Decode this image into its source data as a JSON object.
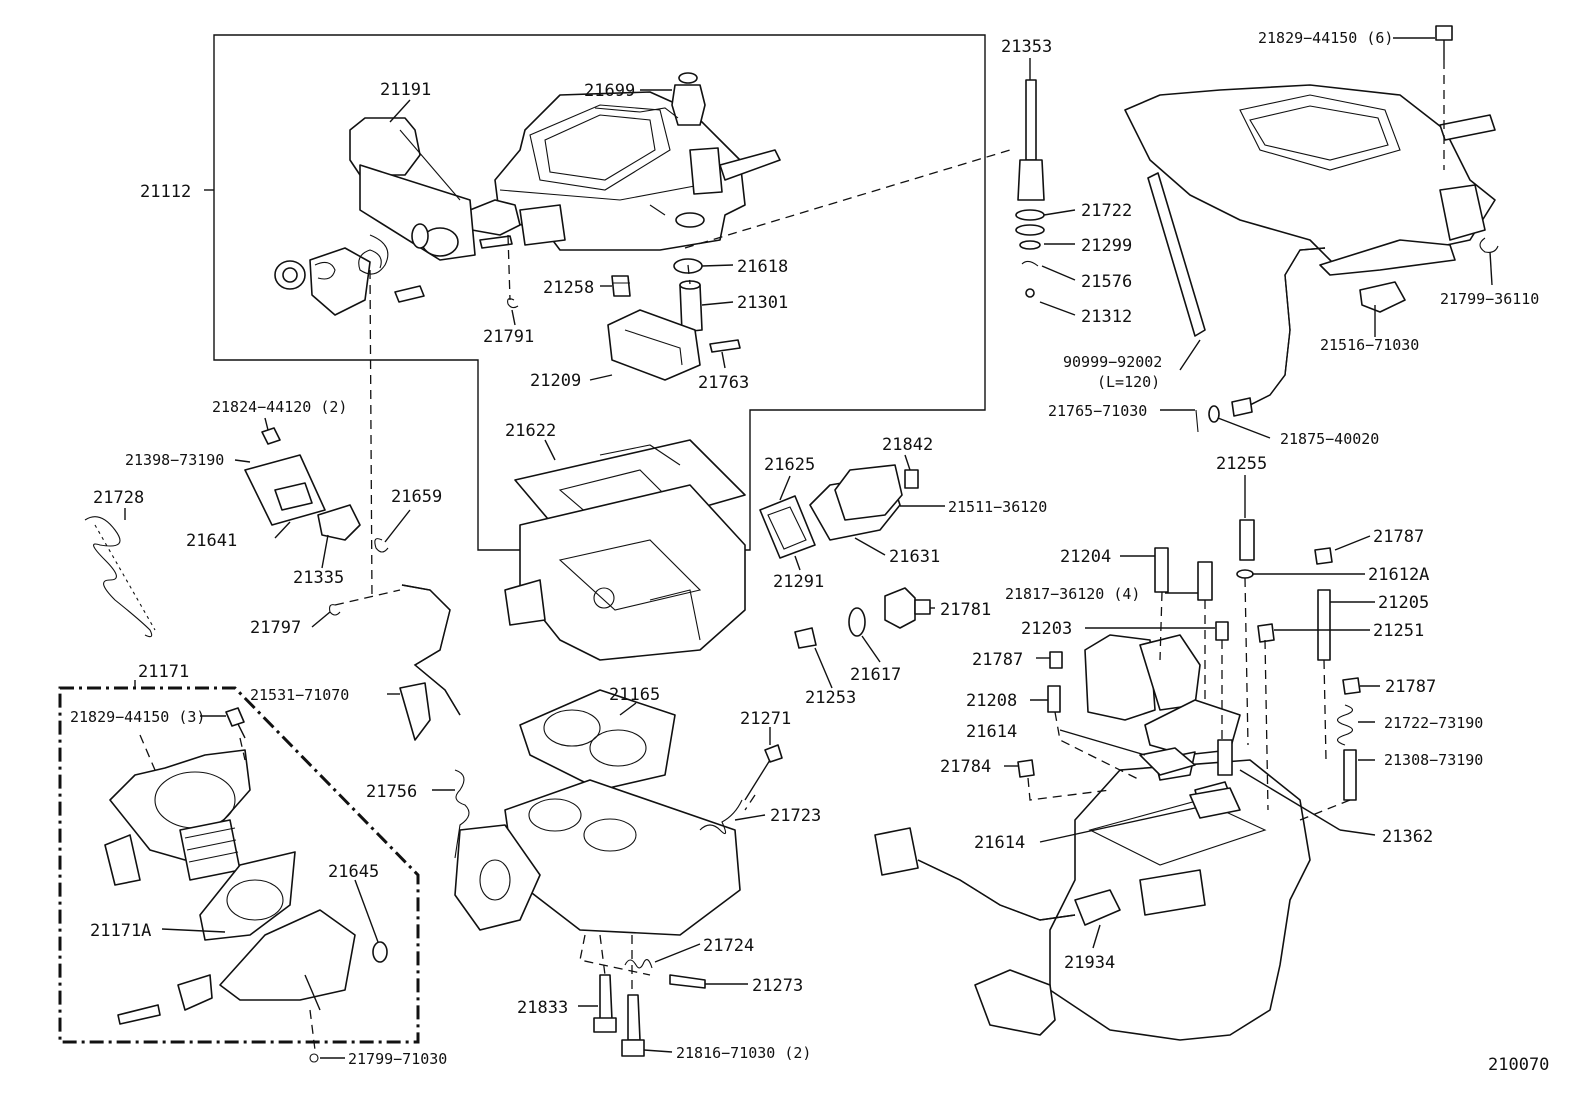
{
  "diagram_code": "210070",
  "labels": {
    "p21353": "21353",
    "p21829_44150_6": "21829−44150 (6)",
    "p21191": "21191",
    "p21699": "21699",
    "p21112": "21112",
    "p21722": "21722",
    "p21299": "21299",
    "p21576": "21576",
    "p21312": "21312",
    "p21618": "21618",
    "p21258": "21258",
    "p21301": "21301",
    "p21791": "21791",
    "p21209": "21209",
    "p21763": "21763",
    "p90999_92002": "90999−92002",
    "p90999_len": "(L=120)",
    "p21799_36110": "21799−36110",
    "p21516_71030": "21516−71030",
    "p21765_71030": "21765−71030",
    "p21875_40020": "21875−40020",
    "p21824_44120_2": "21824−44120 (2)",
    "p21398_73190": "21398−73190",
    "p21728": "21728",
    "p21659": "21659",
    "p21641": "21641",
    "p21335": "21335",
    "p21622": "21622",
    "p21625": "21625",
    "p21842": "21842",
    "p21511_36120": "21511−36120",
    "p21631": "21631",
    "p21291": "21291",
    "p21255": "21255",
    "p21204": "21204",
    "p21787_a": "21787",
    "p21612A": "21612A",
    "p21817_36120_4": "21817−36120 (4)",
    "p21205": "21205",
    "p21203": "21203",
    "p21251": "21251",
    "p21787_b": "21787",
    "p21208": "21208",
    "p21787_c": "21787",
    "p21614_a": "21614",
    "p21722_73190": "21722−73190",
    "p21308_73190": "21308−73190",
    "p21784": "21784",
    "p21362": "21362",
    "p21614_b": "21614",
    "p21934": "21934",
    "p21797": "21797",
    "p21781": "21781",
    "p21617": "21617",
    "p21253": "21253",
    "p21171": "21171",
    "p21531_71070": "21531−71070",
    "p21829_44150_3": "21829−44150 (3)",
    "p21165": "21165",
    "p21271": "21271",
    "p21756": "21756",
    "p21723": "21723",
    "p21645": "21645",
    "p21171A": "21171A",
    "p21724": "21724",
    "p21273": "21273",
    "p21833": "21833",
    "p21816_71030_2": "21816−71030 (2)",
    "p21799_71030": "21799−71030"
  }
}
